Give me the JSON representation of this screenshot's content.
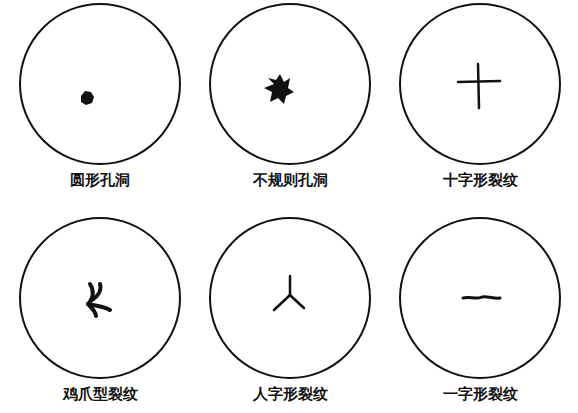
{
  "diagram": {
    "nodes": [
      {
        "text": [
          "圆形孔洞"
        ]
      },
      {
        "text": [
          "不规则孔洞"
        ]
      },
      {
        "text": [
          "十字形裂纹"
        ]
      },
      {
        "text": [
          "鸡爪型裂纹"
        ]
      },
      {
        "text": [
          "人字形裂纹"
        ]
      },
      {
        "text": [
          "一字形裂纹"
        ]
      }
    ]
  }
}
